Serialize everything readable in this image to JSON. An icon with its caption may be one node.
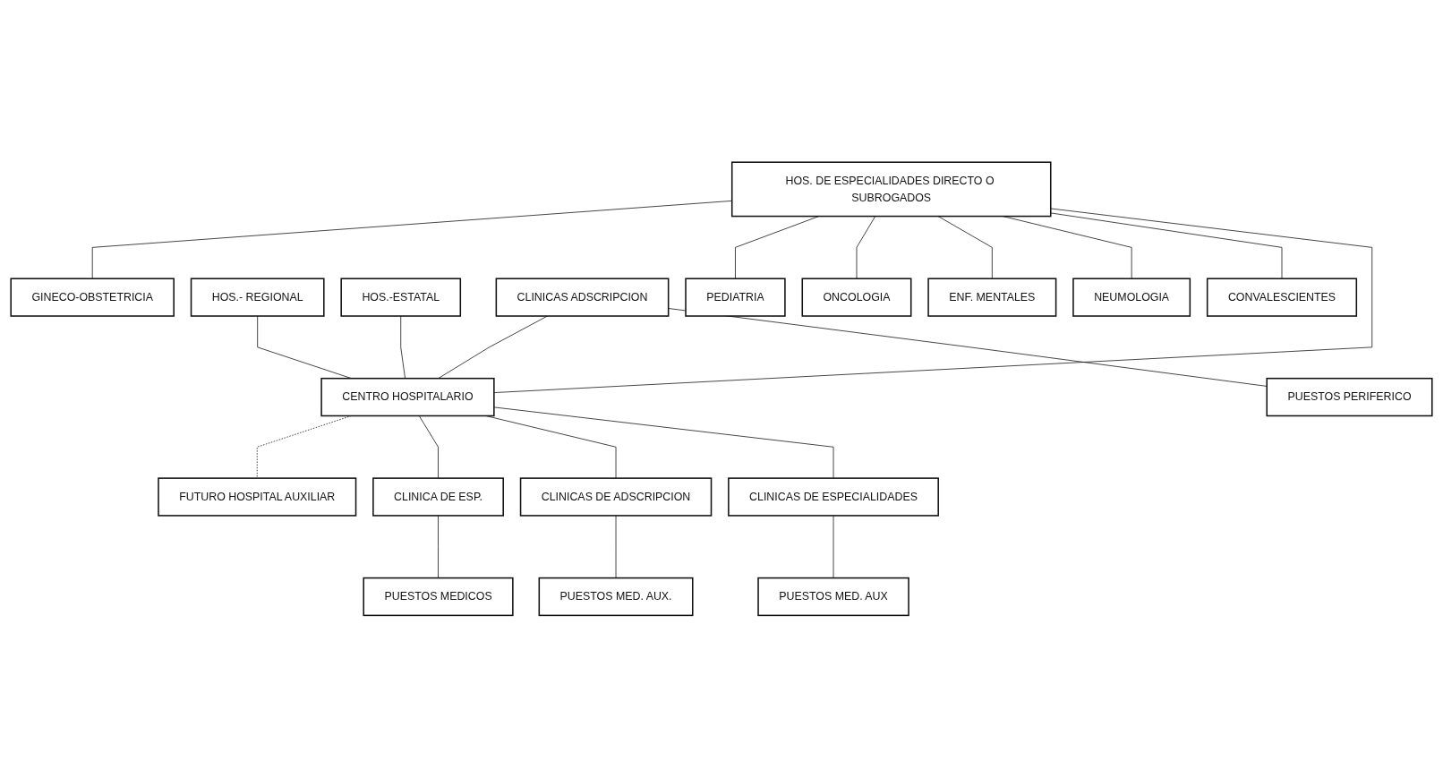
{
  "diagram": {
    "nodes": [
      {
        "text": [
          "GINECO-OBSTETRICIA"
        ]
      },
      {
        "text": [
          "HOS.- REGIONAL"
        ]
      },
      {
        "text": [
          "HOS.-ESTATAL"
        ]
      },
      {
        "text": [
          "CLINICAS ADSCRIPCION"
        ]
      },
      {
        "text": [
          "PUESTOS PERIFERICO"
        ]
      },
      {
        "text": [
          "PEDIATRIA"
        ]
      },
      {
        "text": [
          "ONCOLOGIA"
        ]
      },
      {
        "text": [
          "HOS. DE ESPECIALIDADES DIRECTO O SUBROGADOS"
        ]
      },
      {
        "text": [
          "CENTRO HOSPITALARIO"
        ]
      },
      {
        "text": [
          "FUTURO HOSPITAL AUXILIAR"
        ]
      },
      {
        "text": [
          "ENF. MENTALES"
        ]
      },
      {
        "text": [
          "NEUMOLOGIA"
        ]
      },
      {
        "text": [
          "CLINICA DE ESP."
        ]
      },
      {
        "text": [
          "CLINICAS DE ADSCRIPCION"
        ]
      },
      {
        "text": [
          "CLINICAS DE ESPECIALIDADES"
        ]
      },
      {
        "text": [
          "CONVALESCIENTES"
        ]
      },
      {
        "text": [
          "PUESTOS MEDICOS"
        ]
      },
      {
        "text": [
          "PUESTOS MED. AUX."
        ]
      },
      {
        "text": [
          "PUESTOS MED. AUX"
        ]
      }
    ],
    "edges": [
      {
        "from": 7,
        "to": 0,
        "arrow": "none"
      },
      {
        "from": 7,
        "to": 5,
        "arrow": "none"
      },
      {
        "from": 7,
        "to": 6,
        "arrow": "none"
      },
      {
        "from": 7,
        "to": 10,
        "arrow": "none"
      },
      {
        "from": 7,
        "to": 11,
        "arrow": "none"
      },
      {
        "from": 7,
        "to": 15,
        "arrow": "none"
      },
      {
        "from": 1,
        "to": 8,
        "arrow": "none"
      },
      {
        "from": 2,
        "to": 8,
        "arrow": "none"
      },
      {
        "from": 3,
        "to": 8,
        "arrow": "none"
      },
      {
        "from": 3,
        "to": 4,
        "arrow": "none"
      },
      {
        "from": 7,
        "to": 8,
        "arrow": "none"
      },
      {
        "from": 8,
        "to": 9,
        "arrow": "none",
        "style": "dashed"
      },
      {
        "from": 8,
        "to": 12,
        "arrow": "none"
      },
      {
        "from": 8,
        "to": 13,
        "arrow": "none"
      },
      {
        "from": 8,
        "to": 14,
        "arrow": "none"
      },
      {
        "from": 12,
        "to": 16,
        "arrow": "none"
      },
      {
        "from": 13,
        "to": 17,
        "arrow": "none"
      },
      {
        "from": 14,
        "to": 18,
        "arrow": "none"
      }
    ]
  }
}
